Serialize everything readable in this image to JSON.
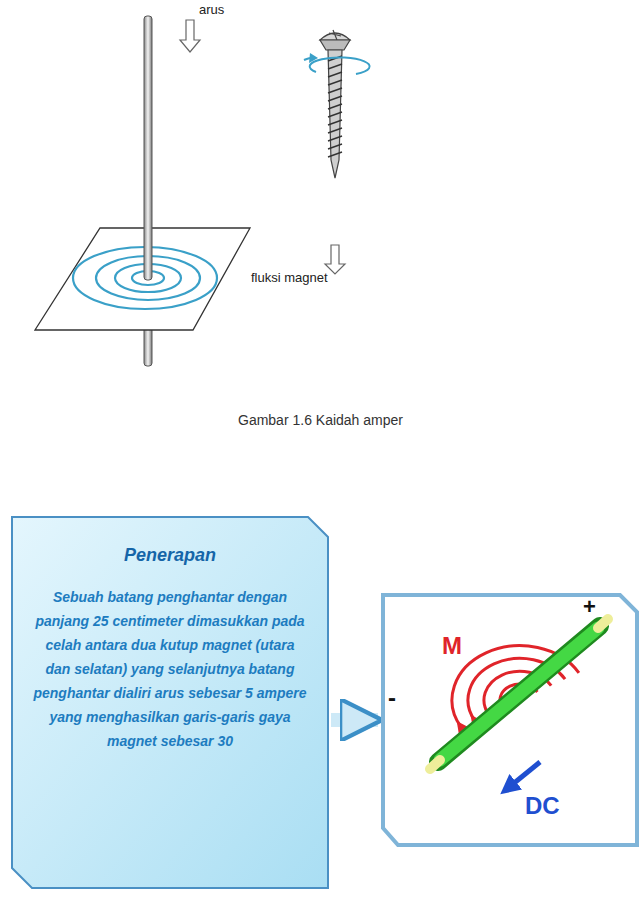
{
  "diagram": {
    "caption": "Gambar 1.6 Kaidah amper",
    "nodes": [
      {
        "text": [
          "Penerapan",
          "Sebuah batang penghantar dengan panjang 25 centimeter dimasukkan pada celah antara dua kutup magnet (utara dan selatan) yang selanjutnya batang penghantar dialiri arus sebesar 5 ampere yang menghasilkan garis-garis gaya magnet sebesar 30"
        ]
      },
      {
        "text": [
          "+",
          "M",
          "-",
          "DC"
        ]
      }
    ],
    "edges": [
      {
        "from": 0,
        "to": 1,
        "arrow": "to"
      }
    ],
    "labels": [
      "arus",
      "fluksi magnet"
    ]
  }
}
